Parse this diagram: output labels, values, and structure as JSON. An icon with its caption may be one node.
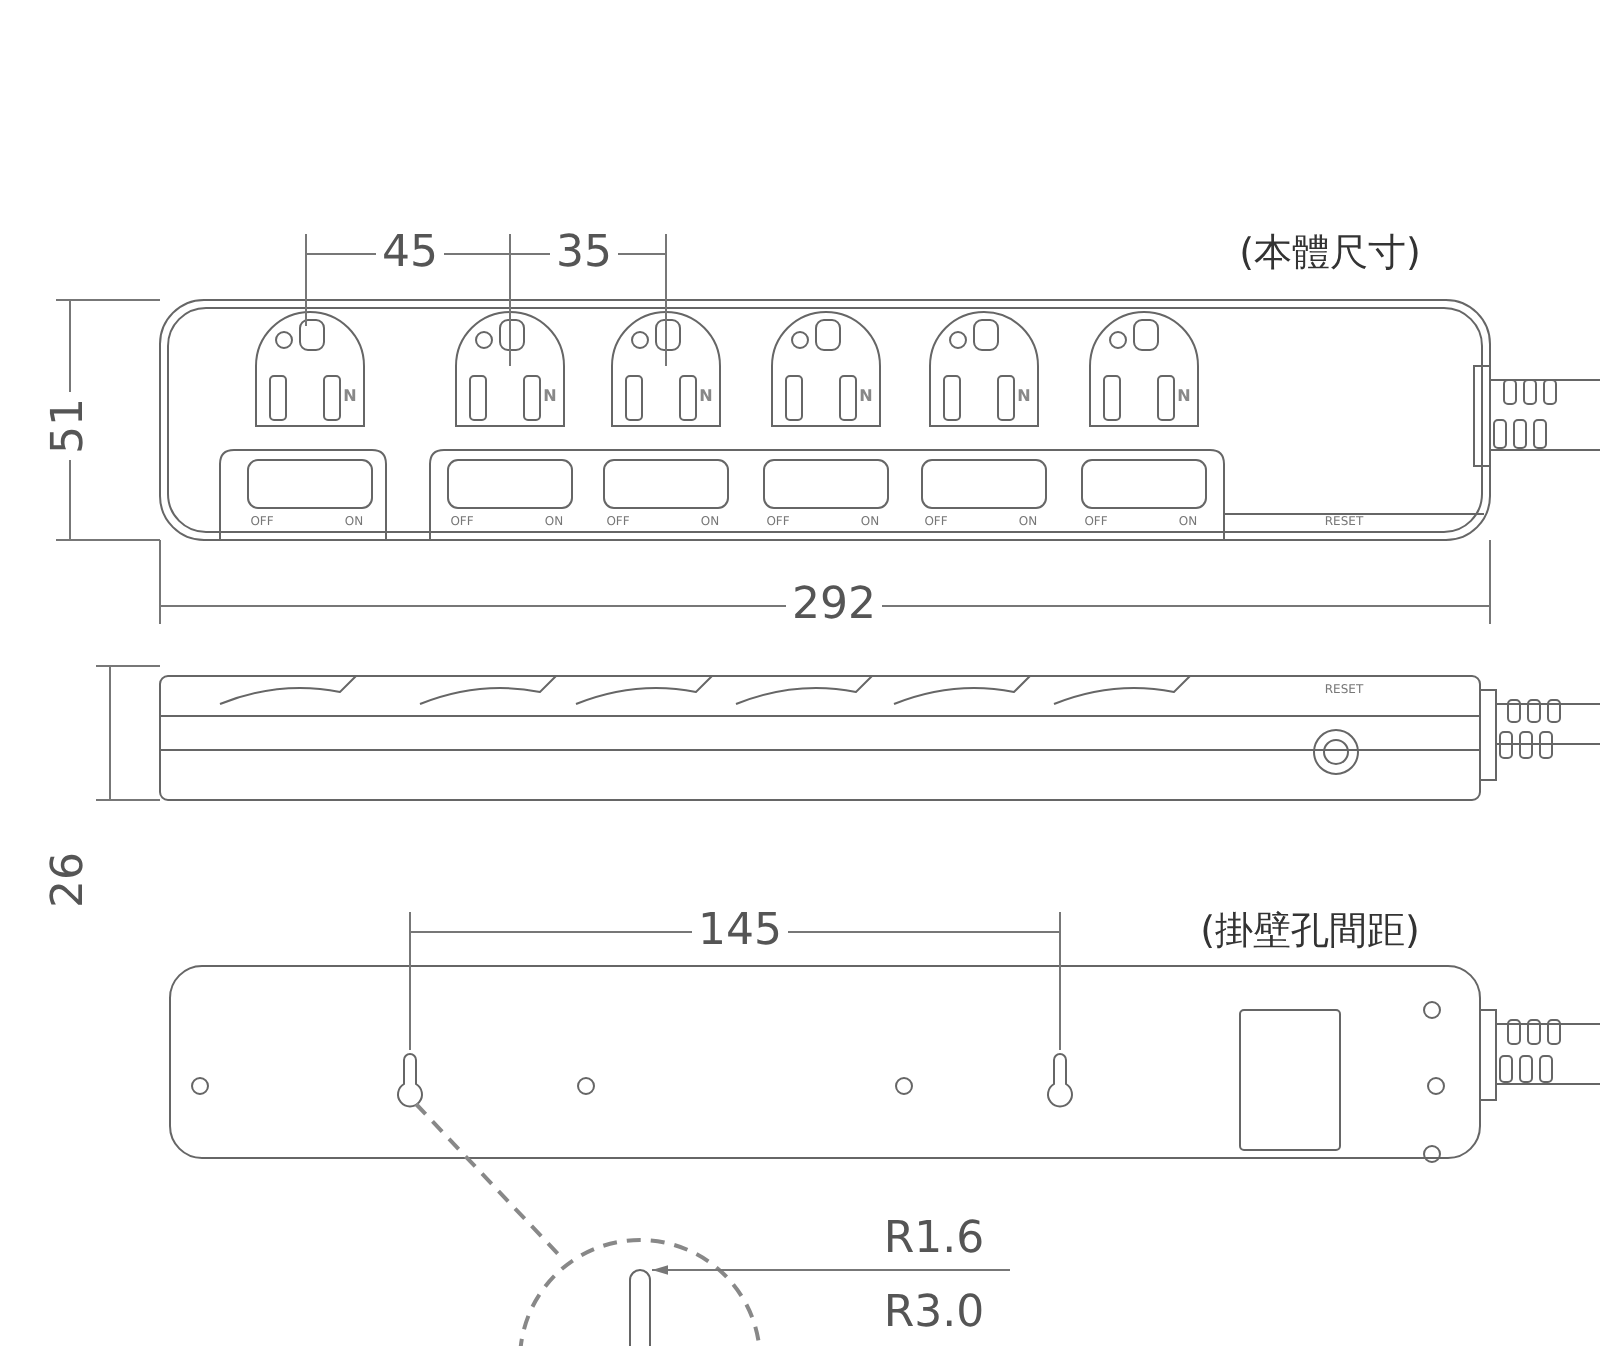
{
  "diagram": {
    "labels": [
      "45",
      "35",
      "(本體尺寸)",
      "N",
      "N",
      "N",
      "N",
      "N",
      "N",
      "OFF",
      "ON",
      "OFF",
      "ON",
      "OFF",
      "ON",
      "OFF",
      "ON",
      "OFF",
      "ON",
      "OFF",
      "ON",
      "RESET",
      "51",
      "292",
      "RESET",
      "26",
      "145",
      "(掛壁孔間距)",
      "R1.6",
      "R3.0"
    ]
  }
}
